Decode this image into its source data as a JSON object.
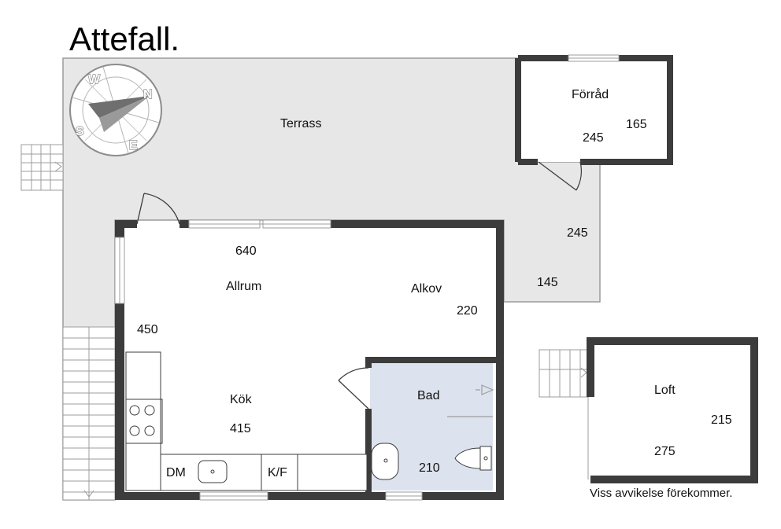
{
  "title": "Attefall.",
  "compass": {
    "letters": {
      "north": "N",
      "east": "E",
      "south": "S",
      "west": "W"
    }
  },
  "rooms": {
    "terrace": {
      "name": "Terrass",
      "dim_a": "245",
      "dim_b": "145"
    },
    "storage": {
      "name": "Förråd",
      "dim_a": "165",
      "dim_b": "245"
    },
    "living": {
      "name": "Allrum",
      "dim_width": "640",
      "dim_height": "450"
    },
    "alcove": {
      "name": "Alkov",
      "dim": "220"
    },
    "kitchen": {
      "name": "Kök",
      "dim": "415",
      "dishwasher": "DM",
      "fridge_freezer": "K/F"
    },
    "bath": {
      "name": "Bad",
      "dim": "210"
    },
    "loft": {
      "name": "Loft",
      "dim_a": "215",
      "dim_b": "275"
    }
  },
  "disclaimer": "Viss avvikelse förekommer."
}
